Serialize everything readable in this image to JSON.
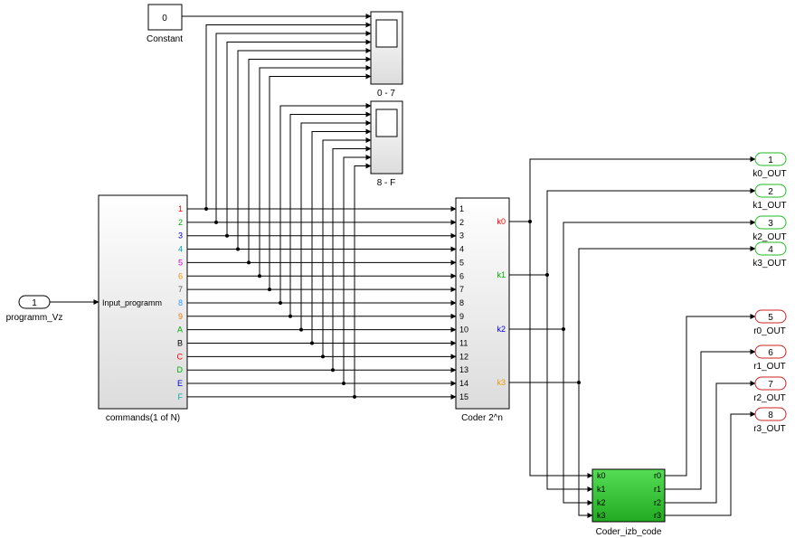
{
  "blocks": {
    "constant": {
      "value": "0",
      "label": "Constant"
    },
    "scope_a": {
      "label": "0 - 7"
    },
    "scope_b": {
      "label": "8 - F"
    },
    "inport": {
      "number": "1",
      "label": "programm_Vz"
    },
    "commands": {
      "label": "commands(1 of N)",
      "input_label": "Input_programm",
      "outputs": [
        {
          "text": "1",
          "color": "#ff0000"
        },
        {
          "text": "2",
          "color": "#00aa00"
        },
        {
          "text": "3",
          "color": "#0000cc"
        },
        {
          "text": "4",
          "color": "#00aaaa"
        },
        {
          "text": "5",
          "color": "#cc00cc"
        },
        {
          "text": "6",
          "color": "#ee9900"
        },
        {
          "text": "7",
          "color": "#555555"
        },
        {
          "text": "8",
          "color": "#3399ff"
        },
        {
          "text": "9",
          "color": "#ee7700"
        },
        {
          "text": "A",
          "color": "#00aa00"
        },
        {
          "text": "B",
          "color": "#000000"
        },
        {
          "text": "C",
          "color": "#ff0000"
        },
        {
          "text": "D",
          "color": "#00aa00"
        },
        {
          "text": "E",
          "color": "#0000cc"
        },
        {
          "text": "F",
          "color": "#00aaaa"
        }
      ]
    },
    "coder": {
      "label": "Coder 2^n",
      "inputs": [
        "1",
        "2",
        "3",
        "4",
        "5",
        "6",
        "7",
        "8",
        "9",
        "10",
        "11",
        "12",
        "13",
        "14",
        "15"
      ],
      "outputs": [
        {
          "text": "k0",
          "color": "#ff0000"
        },
        {
          "text": "k1",
          "color": "#00aa00"
        },
        {
          "text": "k2",
          "color": "#0000cc"
        },
        {
          "text": "k3",
          "color": "#ee9900"
        }
      ]
    },
    "coder_izb": {
      "label": "Coder_izb_code",
      "inputs": [
        "k0",
        "k1",
        "k2",
        "k3"
      ],
      "outputs": [
        "r0",
        "r1",
        "r2",
        "r3"
      ]
    },
    "outports_k": [
      {
        "number": "1",
        "label": "k0_OUT"
      },
      {
        "number": "2",
        "label": "k1_OUT"
      },
      {
        "number": "3",
        "label": "k2_OUT"
      },
      {
        "number": "4",
        "label": "k3_OUT"
      }
    ],
    "outports_r": [
      {
        "number": "5",
        "label": "r0_OUT"
      },
      {
        "number": "6",
        "label": "r1_OUT"
      },
      {
        "number": "7",
        "label": "r2_OUT"
      },
      {
        "number": "8",
        "label": "r3_OUT"
      }
    ]
  },
  "colors": {
    "k_outport": "#22bb22",
    "r_outport": "#cc2222",
    "izb_fill": "#33cc33"
  }
}
